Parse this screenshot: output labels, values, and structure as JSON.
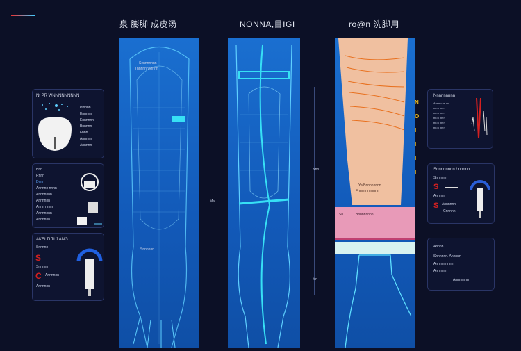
{
  "titles": [
    "泉 膨脚 成皮汤",
    "NONNA,目IGI",
    "ro@n 洗脚用"
  ],
  "left_panels": [
    {
      "heading": "Nt PR WNNNNNNNNN",
      "items": [
        "Plnnnn",
        "Ennnnn",
        "Ennnnnn",
        "Bnnnnn",
        "Fnnn",
        "Annnnn",
        "Annnnn"
      ]
    },
    {
      "heading": "Bnn",
      "items": [
        "Rnnn",
        "Dnnn",
        "Annnnn nnnn",
        "Annnnnnn",
        "Annnnnn",
        "Annn nnnn",
        "Annnnnnn",
        "Annnnnn"
      ]
    },
    {
      "heading": "AKELTLTLJ ANG",
      "items": [
        "Snnnnn",
        "Snnnnn",
        "Annnnnn",
        "Annnnnn"
      ]
    }
  ],
  "right_panels": [
    {
      "heading": "Nnnnnnnnn",
      "rows": [
        "Annnn nn nn",
        "nn n nn n",
        "nn n nn n",
        "nn n nn n",
        "nn n nn n",
        "nn n nn n"
      ]
    },
    {
      "heading": "Snnnnnnnn / nnnnn",
      "items": [
        "Snnnnnn",
        "Annnnn",
        "Annnnnn",
        "Cnnnnn"
      ]
    },
    {
      "heading": "Annnn",
      "items": [
        "Snnnnnn. Annnnn",
        "Annnnnnnnn",
        "Annnnnn",
        "Annnnnnn"
      ]
    }
  ],
  "column1": {
    "label_top": "Sennnnnnn",
    "label_sub": "Tnnnnnnnnnnn",
    "label_mid": "Snnnnnn"
  },
  "column3": {
    "markers": [
      "N",
      "O",
      "I",
      "I",
      "I",
      "I"
    ],
    "skin_label": "Ya Bnnnnnnnn",
    "skin_sub": "Fnnnnnnnnnnn",
    "tissue_label": "Bnnnnnnnn",
    "tissue_prefix": "Sn"
  },
  "axis_labels": {
    "mid_left": "Ma",
    "mid_right": "Nnn",
    "low_right": "Mn"
  },
  "colors": {
    "background": "#0c1026",
    "column_blue": "#1565c8",
    "cyan": "#37e0f5",
    "skin": "#f0c0a0",
    "accent_red": "#d42020",
    "accent_yellow": "#f0c020"
  }
}
